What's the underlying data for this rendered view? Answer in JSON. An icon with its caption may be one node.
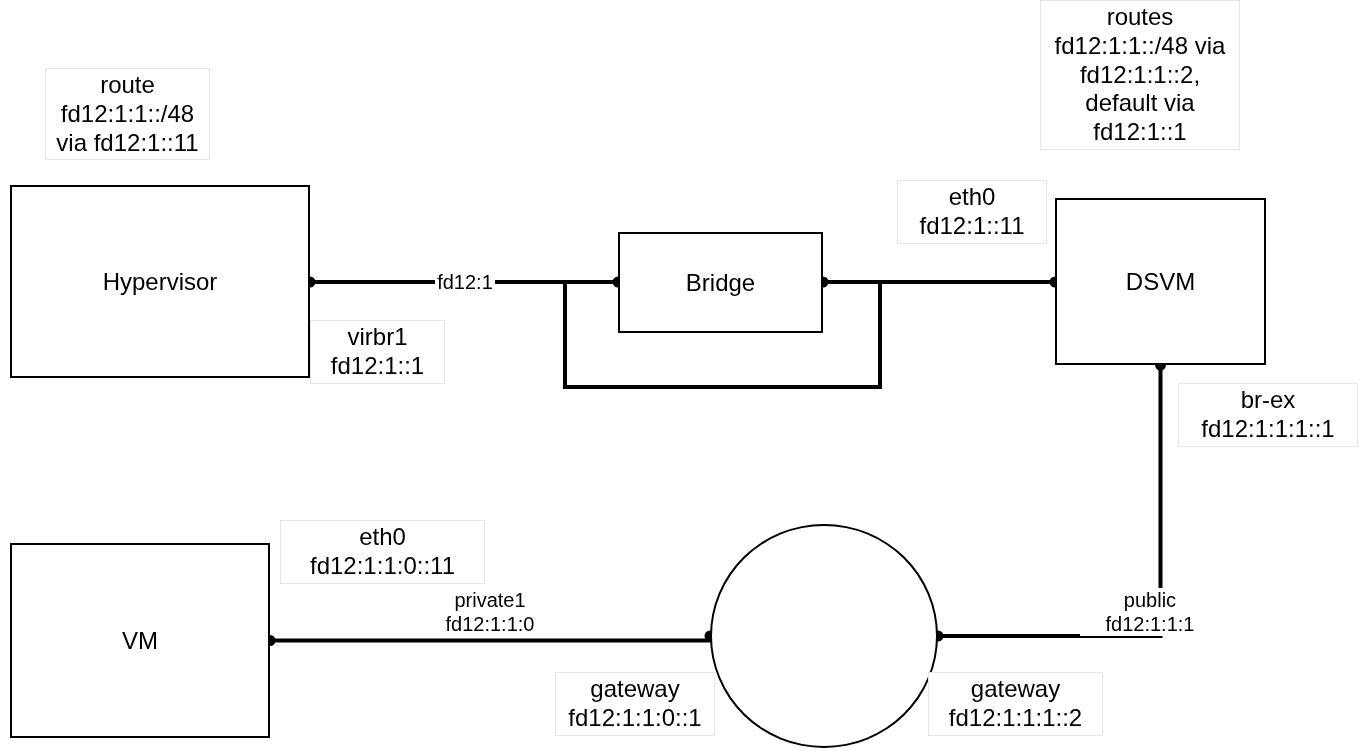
{
  "diagram": {
    "nodes": [
      {
        "text": [
          "Hypervisor"
        ],
        "beside": [
          "route fd12:1:1::/48 via fd12:1::11"
        ]
      },
      {
        "text": [
          "Bridge"
        ]
      },
      {
        "text": [
          "DSVM"
        ],
        "beside": [
          "routes fd12:1:1::/48 via fd12:1:1::2, default via fd12:1::1"
        ]
      },
      {
        "text": [
          "VM"
        ]
      },
      {
        "text": [],
        "shape": "circle"
      }
    ],
    "edges": [
      {
        "from": 0,
        "to": 1,
        "arrow": "other",
        "label": "fd12:1"
      },
      {
        "from": 1,
        "to": 2,
        "arrow": "other"
      },
      {
        "from": 2,
        "to": 4,
        "arrow": "other",
        "label": "public fd12:1:1:1"
      },
      {
        "from": 3,
        "to": 4,
        "arrow": "other",
        "label": "private1 fd12:1:1:0"
      }
    ],
    "labels": [
      "eth0 fd12:1::11",
      "virbr1 fd12:1::1",
      "br-ex fd12:1:1:1::1",
      "eth0 fd12:1:1:0::11",
      "gateway fd12:1:1:0::1",
      "gateway fd12:1:1:1::2"
    ]
  }
}
